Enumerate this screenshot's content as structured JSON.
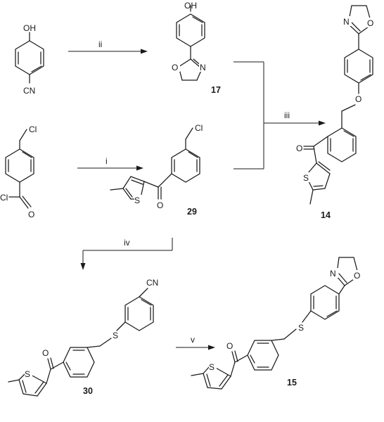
{
  "atoms": {
    "oh": "OH",
    "cn": "CN",
    "cl": "Cl",
    "o": "O",
    "n": "N",
    "s": "S"
  },
  "steps": {
    "i": "i",
    "ii": "ii",
    "iii": "iii",
    "iv": "iv",
    "v": "v"
  },
  "compounds": {
    "c17": "17",
    "c29": "29",
    "c14": "14",
    "c30": "30",
    "c15": "15"
  },
  "colors": {
    "ink": "#1a1a1a",
    "background": "#ffffff"
  }
}
